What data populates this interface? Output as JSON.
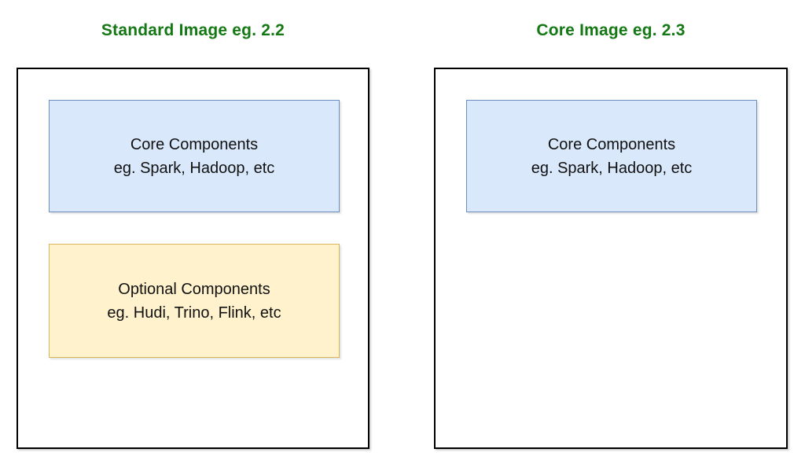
{
  "diagram": {
    "left": {
      "title": "Standard Image eg. 2.2",
      "core_box": {
        "line1": "Core Components",
        "line2": "eg. Spark, Hadoop, etc"
      },
      "optional_box": {
        "line1": "Optional Components",
        "line2": "eg. Hudi, Trino, Flink, etc"
      }
    },
    "right": {
      "title": "Core Image eg. 2.3",
      "core_box": {
        "line1": "Core Components",
        "line2": "eg. Spark, Hadoop, etc"
      }
    },
    "colors": {
      "title_text": "#147814",
      "core_fill": "#dae8fc",
      "core_border": "#6c8ebf",
      "optional_fill": "#fff2cc",
      "optional_border": "#d6b656",
      "container_border": "#000000",
      "background": "#ffffff",
      "body_text": "#111111"
    }
  }
}
